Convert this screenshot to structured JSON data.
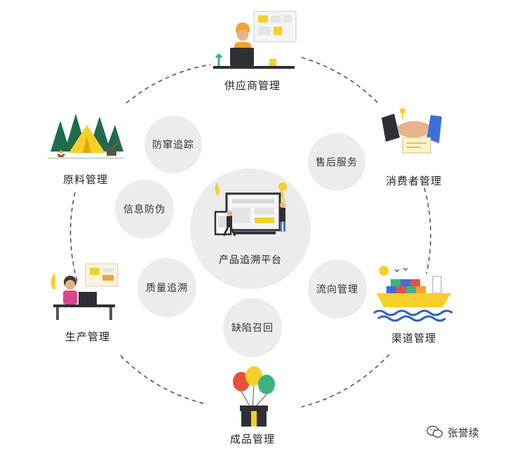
{
  "diagram": {
    "center": {
      "label": "产品追溯平台"
    },
    "outer_nodes": {
      "supplier": "供应商管理",
      "consumer": "消费者管理",
      "channel": "渠道管理",
      "finished": "成品管理",
      "production": "生产管理",
      "raw": "原料管理"
    },
    "inner_bubbles": {
      "anti_channeling": "防窜追踪",
      "after_sales": "售后服务",
      "anti_counterfeit": "信息防伪",
      "quality_trace": "质量追溯",
      "flow_management": "流向管理",
      "defect_recall": "缺陷召回"
    }
  },
  "watermark": {
    "author": "张誉续",
    "icon": "wechat-icon"
  },
  "colors": {
    "bubble": "#ececed",
    "ring": "#555555",
    "orange": "#f4a12e",
    "blue": "#3d6fd9",
    "yellow": "#f7cf2a"
  }
}
